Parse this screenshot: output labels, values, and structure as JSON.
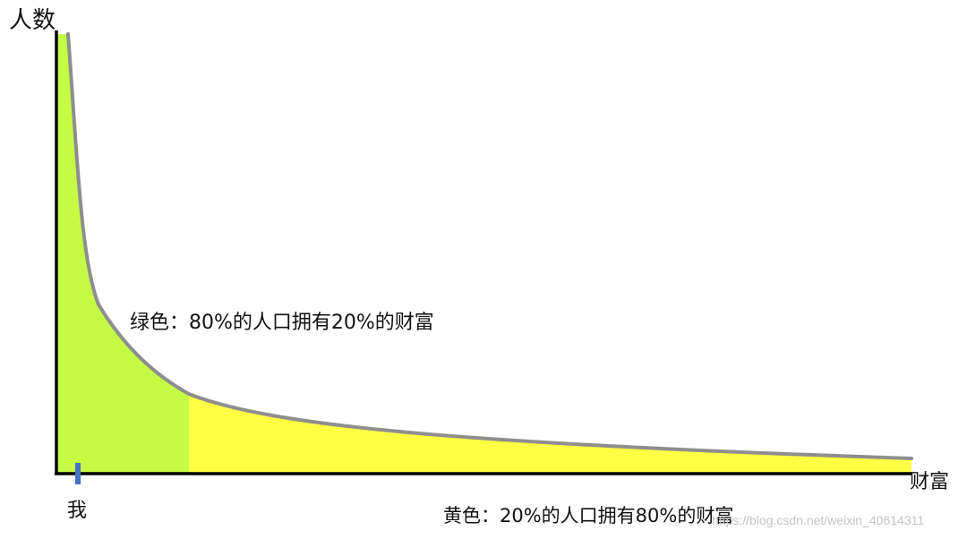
{
  "diagram": {
    "y_axis_label": "人数",
    "x_axis_label": "财富",
    "green_region_label": "绿色：80%的人口拥有20%的财富",
    "yellow_region_label": "黄色：20%的人口拥有80%的财富",
    "marker_label": "我",
    "watermark": "https://blog.csdn.net/weixin_40614311"
  },
  "colors": {
    "green_region": "#c6fb45",
    "yellow_region": "#ffff43",
    "curve": "#8e8e8e",
    "axis": "#000000",
    "marker": "#4472c4"
  }
}
